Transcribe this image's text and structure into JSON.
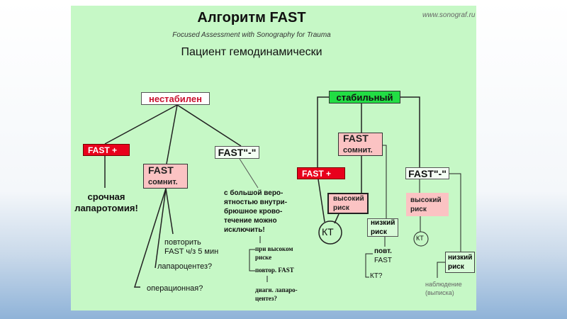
{
  "header": {
    "title": "Алгоритм FAST",
    "subtitle": "Focused Assessment with Sonography for Trauma",
    "heading": "Пациент гемодинамически",
    "watermark": "www.sonograf.ru"
  },
  "unstable": {
    "label": "нестабилен",
    "fast_pos": "FAST +",
    "fast_doubt": [
      "FAST",
      "сомнит."
    ],
    "fast_neg": "FAST\"-\"",
    "laparotomy": [
      "срочная",
      "лапаротомия!"
    ],
    "repeat": [
      "повторить",
      "FAST ч/з 5 мин"
    ],
    "lapcentesis": "лапароцентез?",
    "operating": "операционная?",
    "neg_note": [
      "с большой веро-",
      "ятностью внутри-",
      "брюшное крово-",
      "течение можно",
      "исключить!"
    ],
    "high_risk": [
      "при высоком",
      "риске"
    ],
    "repeat_fast": "повтор. FAST",
    "diag": [
      "диагн. лапаро-",
      "центез?"
    ]
  },
  "stable": {
    "label": "стабильный",
    "fast_pos": "FAST +",
    "fast_doubt": [
      "FAST",
      "сомнит."
    ],
    "fast_neg": "FAST\"-\"",
    "high_risk": [
      "высокий",
      "риск"
    ],
    "ct": "КТ",
    "low_risk": [
      "низкий",
      "риск"
    ],
    "repeat": [
      "повт.",
      "FAST"
    ],
    "ct_q": "КТ?",
    "neg_high_risk": [
      "высокий",
      "риск"
    ],
    "neg_ct": "КТ",
    "neg_low_risk": [
      "низкий",
      "риск"
    ],
    "observation": [
      "наблюдение",
      "(выписка)"
    ]
  },
  "colors": {
    "panel": "#c6f8c6",
    "red": "#e8001c",
    "pink": "#fbc3c3",
    "green": "#22dd44"
  }
}
